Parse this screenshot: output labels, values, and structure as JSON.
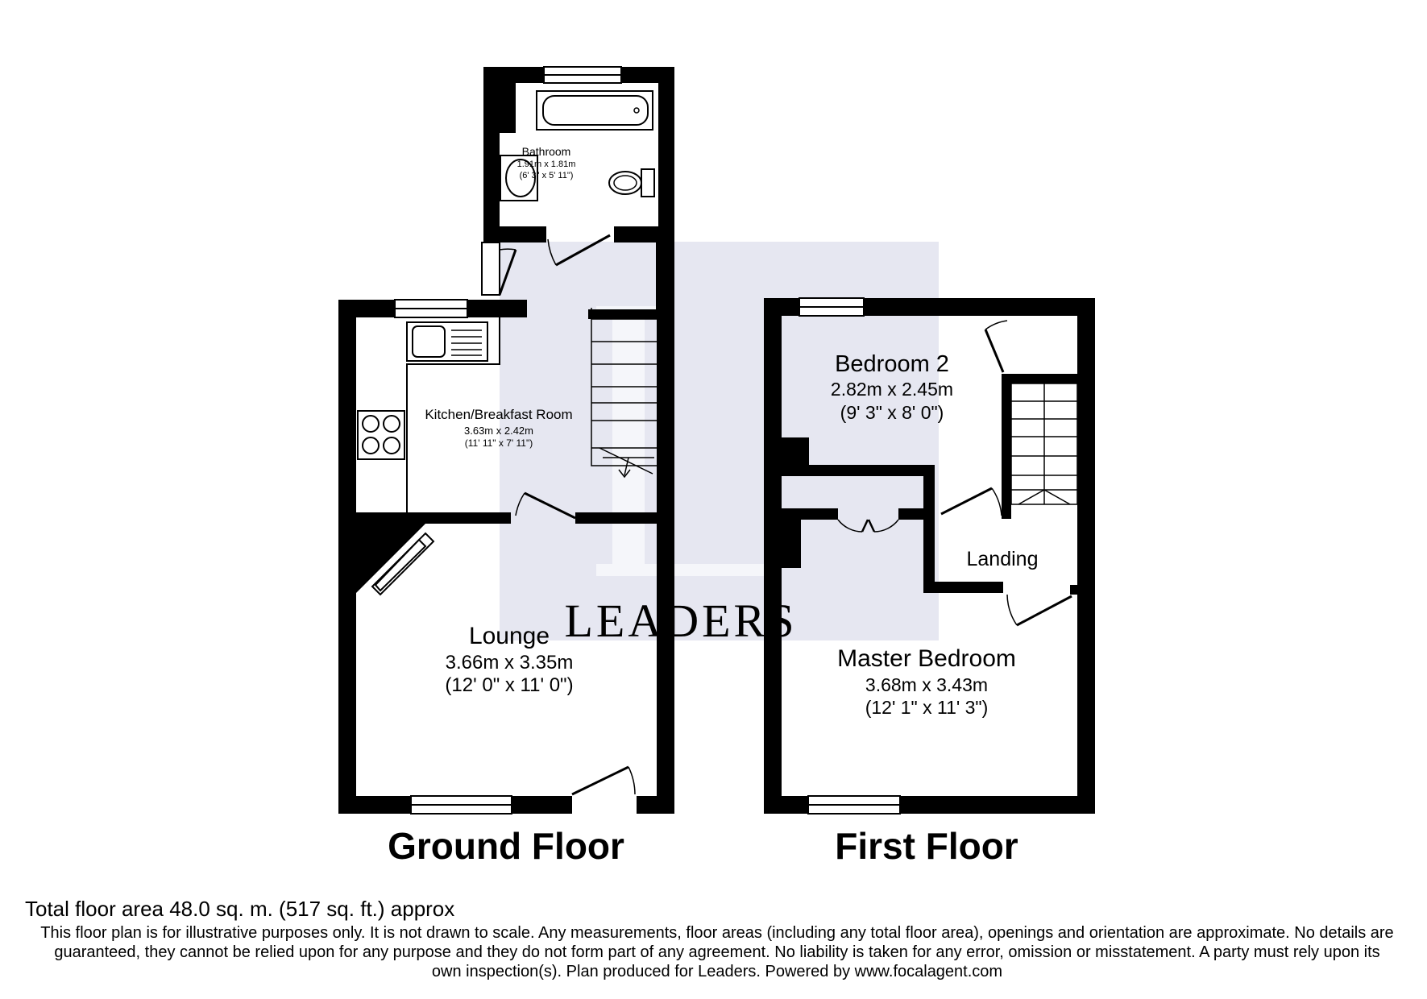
{
  "watermark": {
    "text": "LEADERS",
    "color": "#e6e7f1"
  },
  "colors": {
    "wall": "#000000",
    "background": "#ffffff"
  },
  "floors": [
    {
      "name": "Ground Floor"
    },
    {
      "name": "First Floor"
    }
  ],
  "rooms": {
    "bathroom": {
      "name": "Bathroom",
      "metric": "1.91m x 1.81m",
      "imperial": "(6' 3\" x 5' 11\")"
    },
    "kitchen": {
      "name": "Kitchen/Breakfast Room",
      "metric": "3.63m x 2.42m",
      "imperial": "(11' 11\" x 7' 11\")"
    },
    "lounge": {
      "name": "Lounge",
      "metric": "3.66m x 3.35m",
      "imperial": "(12' 0\" x 11' 0\")"
    },
    "bedroom2": {
      "name": "Bedroom 2",
      "metric": "2.82m x 2.45m",
      "imperial": "(9' 3\" x 8' 0\")"
    },
    "landing": {
      "name": "Landing"
    },
    "master": {
      "name": "Master Bedroom",
      "metric": "3.68m x 3.43m",
      "imperial": "(12' 1\" x 11' 3\")"
    }
  },
  "footer": {
    "total_area": "Total floor area 48.0 sq. m. (517 sq. ft.) approx",
    "disclaimer": "This floor plan is for illustrative purposes only. It is not drawn to scale. Any measurements, floor areas (including any total floor area), openings and orientation are approximate. No details are guaranteed, they cannot be relied upon for any purpose and they do not form part of any agreement. No liability is taken for any error, omission or misstatement. A party must rely upon its own inspection(s). Plan produced for Leaders. Powered by www.focalagent.com"
  }
}
